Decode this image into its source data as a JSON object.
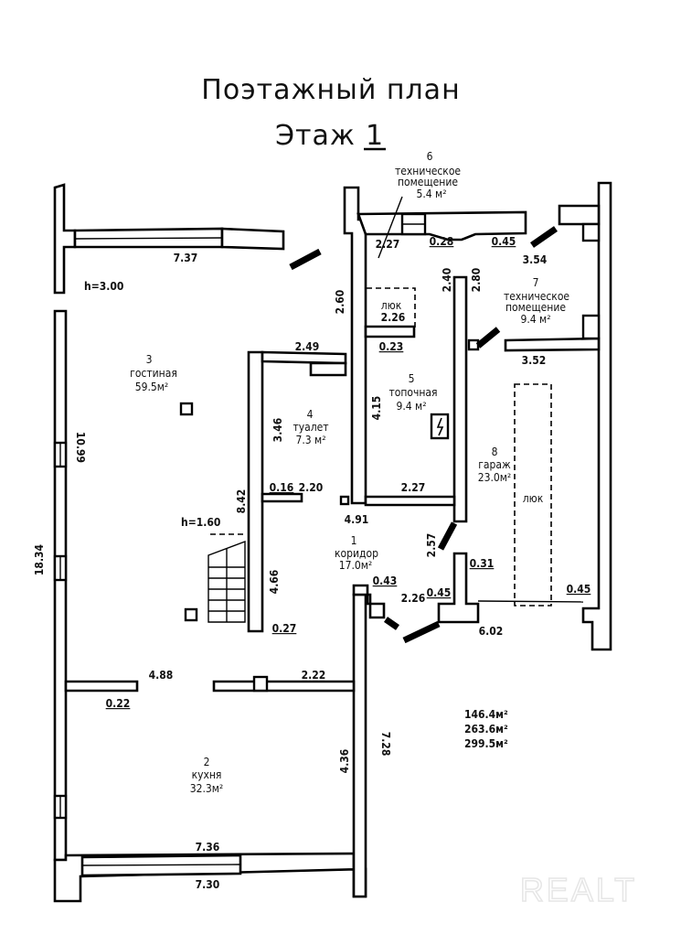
{
  "title": {
    "line1": "Поэтажный план",
    "line2": "Этаж",
    "floor_number": "1"
  },
  "rooms": [
    {
      "number": "1",
      "name": "коридор",
      "area": "17.0м²"
    },
    {
      "number": "2",
      "name": "кухня",
      "area": "32.3м²"
    },
    {
      "number": "3",
      "name": "гостиная",
      "area": "59.5м²"
    },
    {
      "number": "4",
      "name": "туалет",
      "area": "7.3 м²"
    },
    {
      "number": "5",
      "name": "топочная",
      "area": "9.4 м²"
    },
    {
      "number": "6",
      "name_line1": "техническое",
      "name_line2": "помещение",
      "area": "5.4 м²"
    },
    {
      "number": "7",
      "name_line1": "техническое",
      "name_line2": "помещение",
      "area": "9.4 м²"
    },
    {
      "number": "8",
      "name": "гараж",
      "area": "23.0м²"
    }
  ],
  "hatch_label": "люк",
  "heights": {
    "ceiling": "h=3.00",
    "stair": "h=1.60"
  },
  "dimensions": {
    "top_left_width": "7.37",
    "d_2_60": "2.60",
    "d_2_49": "2.49",
    "d_3_46": "3.46",
    "d_0_16": "0.16",
    "d_2_20": "2.20",
    "d_8_42": "8.42",
    "d_4_66": "4.66",
    "d_0_27": "0.27",
    "d_4_15": "4.15",
    "d_2_26_top": "2.26",
    "d_0_23": "0.23",
    "d_2_27_top": "2.27",
    "d_0_28": "0.28",
    "d_0_45_top": "0.45",
    "d_3_54": "3.54",
    "d_2_40": "2.40",
    "d_2_80": "2.80",
    "d_3_52": "3.52",
    "d_2_27_mid": "2.27",
    "d_4_91": "4.91",
    "d_2_57": "2.57",
    "d_0_31": "0.31",
    "d_0_43": "0.43",
    "d_2_26_mid": "2.26",
    "d_0_45_mid": "0.45",
    "d_0_45_right": "0.45",
    "d_6_02": "6.02",
    "d_4_88": "4.88",
    "d_0_22": "0.22",
    "d_2_22": "2.22",
    "d_4_36": "4.36",
    "d_7_28": "7.28",
    "d_7_36": "7.36",
    "d_7_30": "7.30",
    "d_10_99": "10.99",
    "d_18_34": "18.34"
  },
  "totals": [
    "146.4м²",
    "263.6м²",
    "299.5м²"
  ],
  "watermark": "REALT"
}
